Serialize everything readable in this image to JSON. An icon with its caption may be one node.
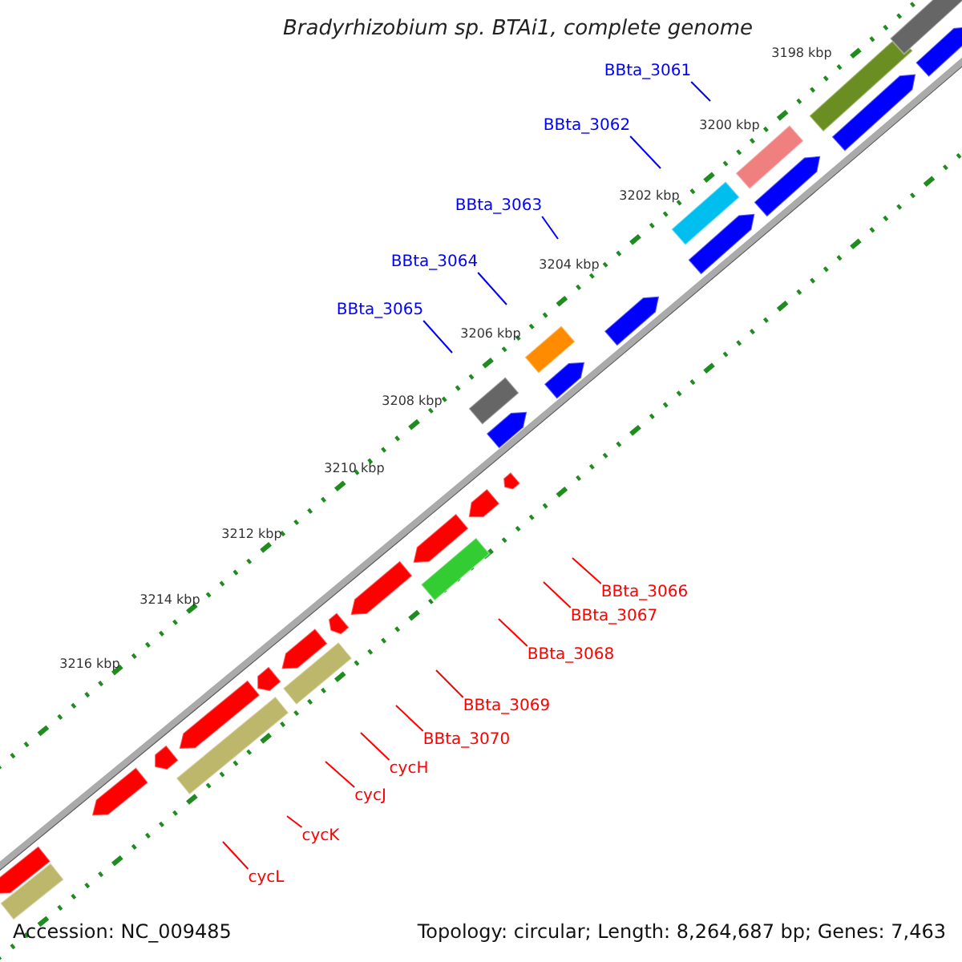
{
  "diagram": {
    "title": "Bradyrhizobium sp. BTAi1, complete genome",
    "nodes": [
      {
        "text": [
          "BBta_3061"
        ]
      },
      {
        "text": [
          "BBta_3062"
        ]
      },
      {
        "text": [
          "BBta_3063"
        ]
      },
      {
        "text": [
          "BBta_3064"
        ]
      },
      {
        "text": [
          "BBta_3065"
        ]
      },
      {
        "text": [
          "BBta_3066"
        ]
      },
      {
        "text": [
          "BBta_3067"
        ]
      },
      {
        "text": [
          "BBta_3068"
        ]
      },
      {
        "text": [
          "BBta_3069"
        ]
      },
      {
        "text": [
          "BBta_3070"
        ]
      },
      {
        "text": [
          "cycH"
        ]
      },
      {
        "text": [
          "cycJ"
        ]
      },
      {
        "text": [
          "cycK"
        ]
      },
      {
        "text": [
          "cycL"
        ]
      }
    ],
    "edges": [
      {
        "from": 0,
        "to": null,
        "arrow": "none",
        "color": "#0000ff"
      },
      {
        "from": 1,
        "to": null,
        "arrow": "none",
        "color": "#0000ff"
      },
      {
        "from": 2,
        "to": null,
        "arrow": "none",
        "color": "#0000ff"
      },
      {
        "from": 3,
        "to": null,
        "arrow": "none",
        "color": "#0000ff"
      },
      {
        "from": 4,
        "to": null,
        "arrow": "none",
        "color": "#0000ff"
      },
      {
        "from": 5,
        "to": null,
        "arrow": "none"
      },
      {
        "from": 6,
        "to": null,
        "arrow": "none"
      },
      {
        "from": 7,
        "to": null,
        "arrow": "none"
      },
      {
        "from": 8,
        "to": null,
        "arrow": "none"
      },
      {
        "from": 9,
        "to": null,
        "arrow": "none"
      },
      {
        "from": 10,
        "to": null,
        "arrow": "none"
      },
      {
        "from": 11,
        "to": null,
        "arrow": "none"
      },
      {
        "from": 12,
        "to": null,
        "arrow": "none"
      },
      {
        "from": 13,
        "to": null,
        "arrow": "none"
      }
    ],
    "labels": [
      "3198 kbp",
      "3200 kbp",
      "3202 kbp",
      "3204 kbp",
      "3206 kbp",
      "3208 kbp",
      "3210 kbp",
      "3212 kbp",
      "3214 kbp",
      "3216 kbp",
      "Accession: NC_009485",
      "Topology: circular; Length: 8,264,687 bp; Genes: 7,463"
    ]
  }
}
